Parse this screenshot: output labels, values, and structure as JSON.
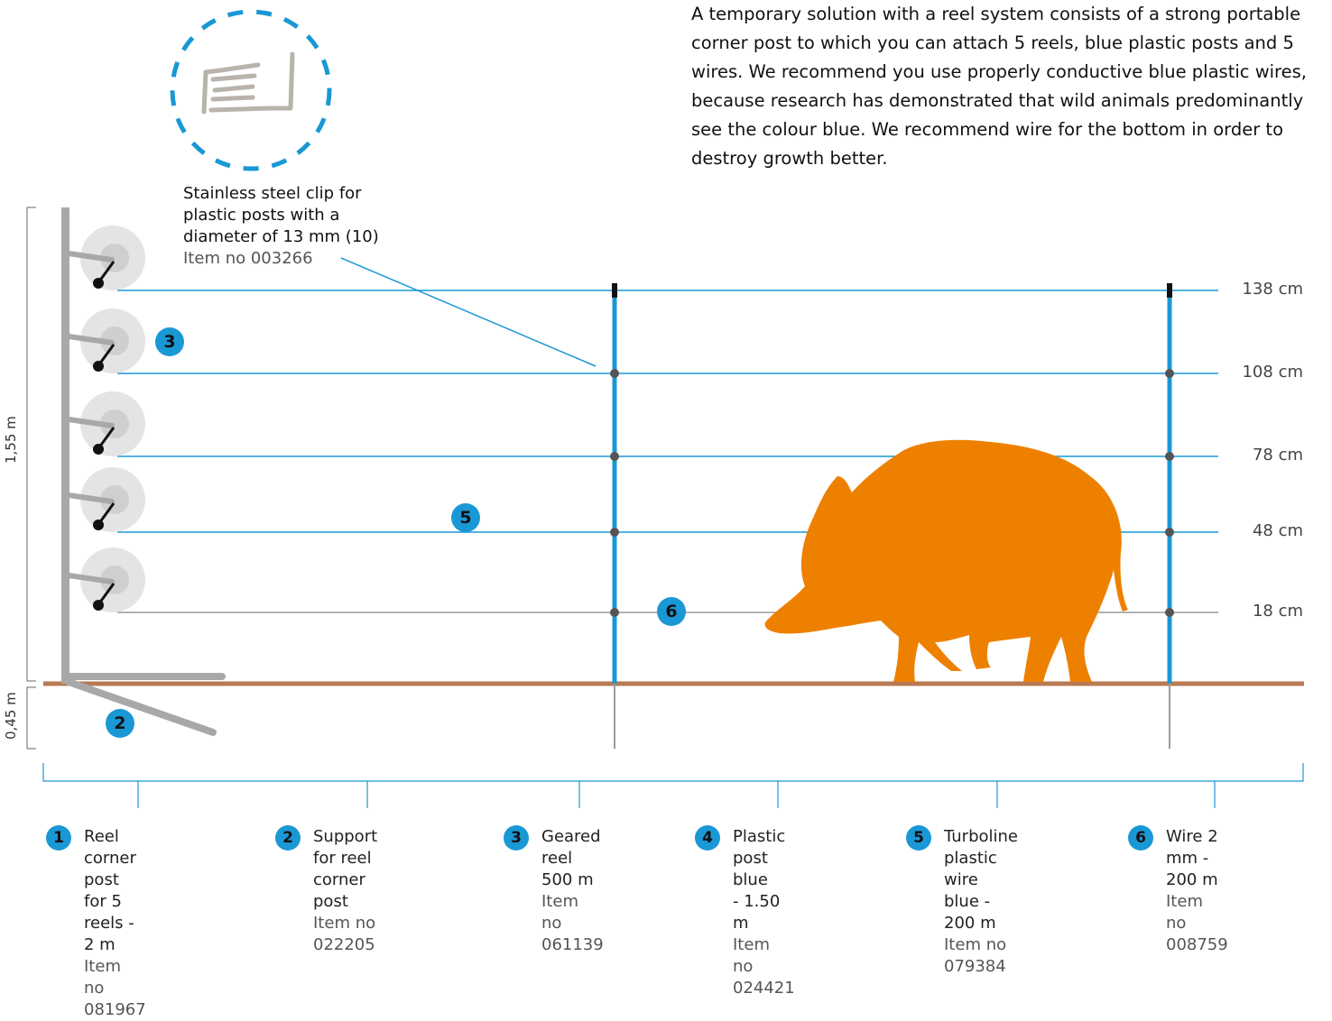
{
  "intro_text": "A temporary solution with a reel system consists of a strong portable corner post to which you can attach 5 reels, blue plastic posts and 5 wires. We recommend you use properly conductive blue plastic wires, because research has demonstrated that wild animals predominantly see the colour blue. We recommend wire for the bottom in order to destroy growth better.",
  "clip": {
    "label_lines": [
      "Stainless steel clip for",
      "plastic posts with a",
      "diameter of 13 mm (10)"
    ],
    "item": "Item no 003266"
  },
  "dimensions": {
    "above_ground": "1,55 m",
    "below_ground": "0,45 m"
  },
  "wire_heights": [
    "138 cm",
    "108 cm",
    "78 cm",
    "48 cm",
    "18 cm"
  ],
  "badges": {
    "reel": "3",
    "support": "2",
    "turboline": "5",
    "wire": "6"
  },
  "legend": [
    {
      "number": "1",
      "name_lines": [
        "Reel corner post",
        "for 5 reels -",
        "2 m"
      ],
      "item": "Item no 081967"
    },
    {
      "number": "2",
      "name_lines": [
        "Support for reel",
        "corner post"
      ],
      "item": "Item no 022205"
    },
    {
      "number": "3",
      "name_lines": [
        "Geared reel",
        "500 m"
      ],
      "item_lines": [
        "Item no",
        "061139"
      ]
    },
    {
      "number": "4",
      "name_lines": [
        "Plastic post blue",
        "- 1.50 m"
      ],
      "item": "Item no 024421"
    },
    {
      "number": "5",
      "name_lines": [
        "Turboline plastic",
        "wire blue - 200 m"
      ],
      "item": "Item no 079384"
    },
    {
      "number": "6",
      "name_lines": [
        "Wire 2 mm -",
        "200 m"
      ],
      "item": "Item no 008759"
    }
  ],
  "colors": {
    "blue": "#1a98d5",
    "ground": "#b87a52",
    "boar": "#ee8000",
    "grey": "#9a9a9a"
  }
}
